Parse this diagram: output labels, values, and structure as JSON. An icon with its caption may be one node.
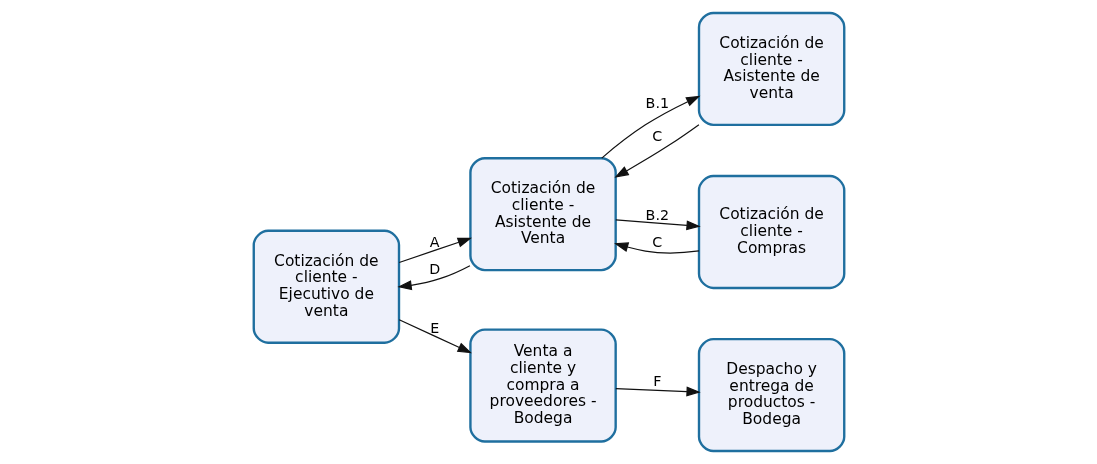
{
  "diagram": {
    "nodes": [
      {
        "text": [
          "Cotización de cliente - Ejecutivo de venta"
        ]
      },
      {
        "text": [
          "Cotización de cliente - Asistente de Venta"
        ]
      },
      {
        "text": [
          "Cotización de cliente - Asistente de venta"
        ]
      },
      {
        "text": [
          "Cotización de cliente - Compras"
        ]
      },
      {
        "text": [
          "Venta a cliente y compra a proveedores - Bodega"
        ]
      },
      {
        "text": [
          "Despacho y entrega de productos - Bodega"
        ]
      }
    ],
    "edges": [
      {
        "from": 0,
        "to": 1,
        "arrow": "to",
        "label": "A"
      },
      {
        "from": 1,
        "to": 0,
        "arrow": "to",
        "label": "D"
      },
      {
        "from": 1,
        "to": 2,
        "arrow": "to",
        "label": "B.1"
      },
      {
        "from": 1,
        "to": 3,
        "arrow": "to",
        "label": "B.2"
      },
      {
        "from": 2,
        "to": 1,
        "arrow": "to",
        "label": "C"
      },
      {
        "from": 3,
        "to": 1,
        "arrow": "to",
        "label": "C"
      },
      {
        "from": 0,
        "to": 4,
        "arrow": "to",
        "label": "E"
      },
      {
        "from": 4,
        "to": 5,
        "arrow": "to",
        "label": "F"
      }
    ]
  }
}
